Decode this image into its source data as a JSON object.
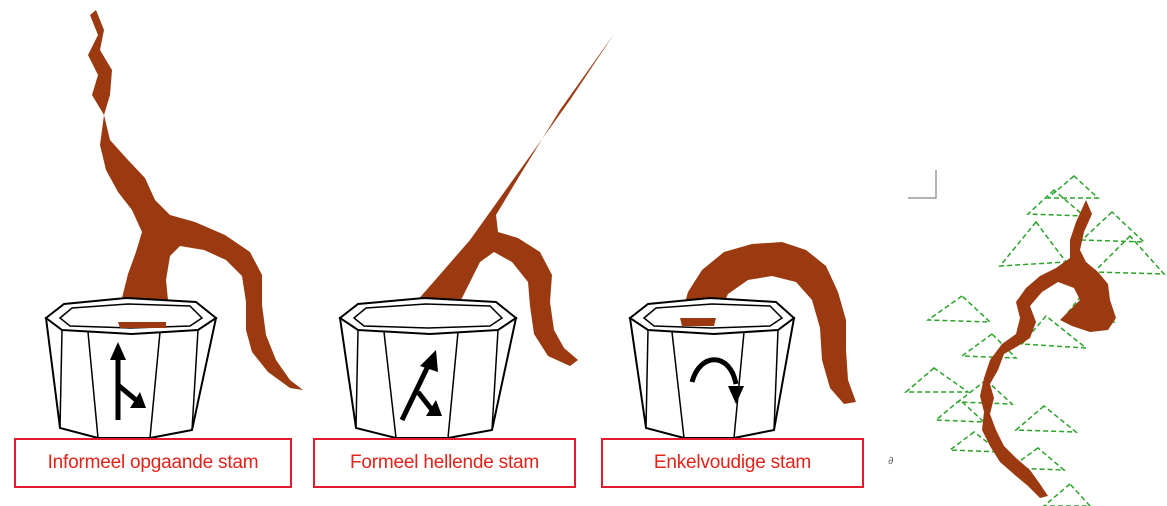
{
  "labels": [
    "Informeel opgaande stam",
    "Formeel hellende stam",
    "Enkelvoudige stam"
  ],
  "small_mark": "∂",
  "colors": {
    "trunk": "#9b3a10",
    "label_border": "#e21b2d",
    "label_text": "#e2231a",
    "foliage": "#2aa32a",
    "pot_stroke": "#000000"
  }
}
